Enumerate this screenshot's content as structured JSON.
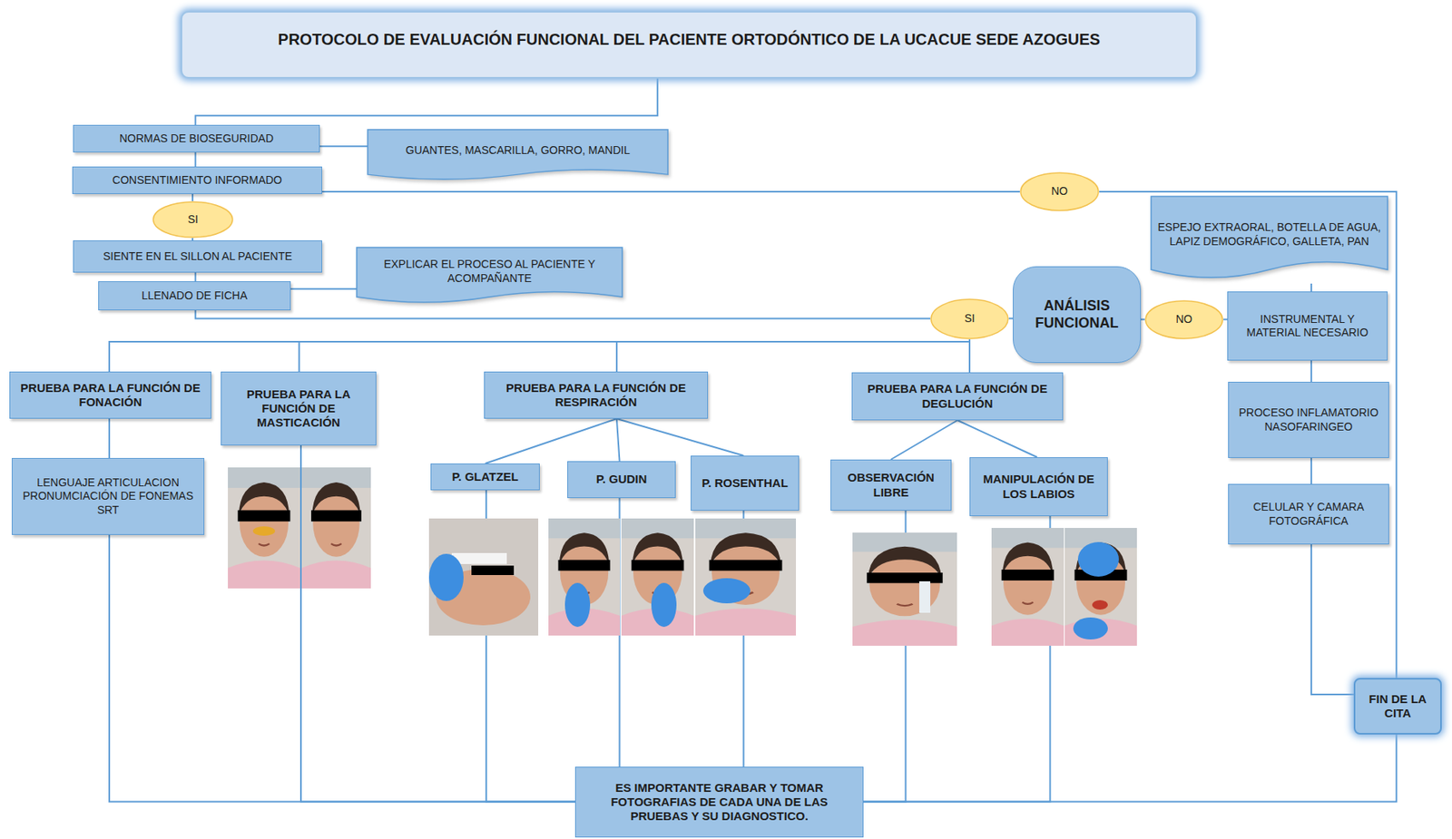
{
  "diagram": {
    "nodes": [
      {
        "text": [
          "PROTOCOLO DE EVALUACIÓN FUNCIONAL DEL PACIENTE ORTODÓNTICO DE LA UCACUE SEDE AZOGUES"
        ]
      },
      {
        "text": [
          "NORMAS DE BIOSEGURIDAD"
        ]
      },
      {
        "text": [
          "GUANTES, MASCARILLA, GORRO, MANDIL"
        ]
      },
      {
        "text": [
          "CONSENTIMIENTO INFORMADO"
        ]
      },
      {
        "text": [
          "SI"
        ]
      },
      {
        "text": [
          "SIENTE EN EL SILLON AL PACIENTE"
        ]
      },
      {
        "text": [
          "EXPLICAR EL PROCESO AL PACIENTE Y ACOMPAÑANTE"
        ]
      },
      {
        "text": [
          "LLENADO DE FICHA"
        ]
      },
      {
        "text": [
          "NO"
        ]
      },
      {
        "text": [
          "ESPEJO EXTRAORAL, BOTELLA DE AGUA, LAPIZ DEMOGRÁFICO, GALLETA, PAN"
        ]
      },
      {
        "text": [
          "SI"
        ]
      },
      {
        "text": [
          "ANÁLISIS FUNCIONAL"
        ]
      },
      {
        "text": [
          "NO"
        ]
      },
      {
        "text": [
          "INSTRUMENTAL Y MATERIAL NECESARIO"
        ]
      },
      {
        "text": [
          "PRUEBA PARA LA FUNCIÓN DE FONACIÓN"
        ]
      },
      {
        "text": [
          "PRUEBA PARA LA FUNCIÓN DE MASTICACIÓN"
        ]
      },
      {
        "text": [
          "PRUEBA PARA LA FUNCIÓN DE RESPIRACIÓN"
        ]
      },
      {
        "text": [
          "PRUEBA PARA LA FUNCIÓN DE DEGLUCIÓN"
        ]
      },
      {
        "text": [
          "PROCESO INFLAMATORIO NASOFARINGEO"
        ]
      },
      {
        "text": [
          "LENGUAJE ARTICULACION PRONUMCIACIÓN DE FONEMAS SRT"
        ]
      },
      {
        "text": [
          "P. GLATZEL"
        ]
      },
      {
        "text": [
          "P. GUDIN"
        ]
      },
      {
        "text": [
          "P. ROSENTHAL"
        ]
      },
      {
        "text": [
          "OBSERVACIÓN LIBRE"
        ]
      },
      {
        "text": [
          "MANIPULACIÓN DE LOS LABIOS"
        ]
      },
      {
        "text": [
          "CELULAR Y CAMARA FOTOGRÁFICA"
        ]
      },
      {
        "text": [
          "FIN DE LA CITA"
        ]
      },
      {
        "text": [
          "ES IMPORTANTE GRABAR Y TOMAR FOTOGRAFIAS DE CADA UNA DE LAS PRUEBAS Y SU DIAGNOSTICO."
        ]
      }
    ],
    "edges": [
      {
        "from": 0,
        "to": 1,
        "arrow": "none"
      },
      {
        "from": 1,
        "to": 2,
        "arrow": "none"
      },
      {
        "from": 1,
        "to": 3,
        "arrow": "none"
      },
      {
        "from": 3,
        "to": 4,
        "arrow": "none"
      },
      {
        "from": 4,
        "to": 5,
        "arrow": "none"
      },
      {
        "from": 3,
        "to": 8,
        "arrow": "none"
      },
      {
        "from": 8,
        "to": 26,
        "arrow": "none"
      },
      {
        "from": 5,
        "to": 7,
        "arrow": "none"
      },
      {
        "from": 7,
        "to": 6,
        "arrow": "none"
      },
      {
        "from": 7,
        "to": 10,
        "arrow": "none"
      },
      {
        "from": 10,
        "to": 11,
        "arrow": "none"
      },
      {
        "from": 11,
        "to": 12,
        "arrow": "none"
      },
      {
        "from": 12,
        "to": 13,
        "arrow": "none"
      },
      {
        "from": 9,
        "to": 13,
        "arrow": "none"
      },
      {
        "from": 13,
        "to": 18,
        "arrow": "none"
      },
      {
        "from": 18,
        "to": 25,
        "arrow": "none"
      },
      {
        "from": 25,
        "to": 26,
        "arrow": "none"
      },
      {
        "from": 10,
        "to": 14,
        "arrow": "none"
      },
      {
        "from": 10,
        "to": 15,
        "arrow": "none"
      },
      {
        "from": 10,
        "to": 16,
        "arrow": "none"
      },
      {
        "from": 10,
        "to": 17,
        "arrow": "none"
      },
      {
        "from": 14,
        "to": 19,
        "arrow": "none"
      },
      {
        "from": 16,
        "to": 20,
        "arrow": "none"
      },
      {
        "from": 16,
        "to": 21,
        "arrow": "none"
      },
      {
        "from": 16,
        "to": 22,
        "arrow": "none"
      },
      {
        "from": 17,
        "to": 23,
        "arrow": "none"
      },
      {
        "from": 17,
        "to": 24,
        "arrow": "none"
      },
      {
        "from": 19,
        "to": 27,
        "arrow": "none"
      },
      {
        "from": 15,
        "to": 27,
        "arrow": "none"
      },
      {
        "from": 20,
        "to": 27,
        "arrow": "none"
      },
      {
        "from": 21,
        "to": 27,
        "arrow": "none"
      },
      {
        "from": 22,
        "to": 27,
        "arrow": "none"
      },
      {
        "from": 23,
        "to": 27,
        "arrow": "none"
      },
      {
        "from": 24,
        "to": 27,
        "arrow": "none"
      },
      {
        "from": 26,
        "to": 27,
        "arrow": "none"
      }
    ]
  }
}
